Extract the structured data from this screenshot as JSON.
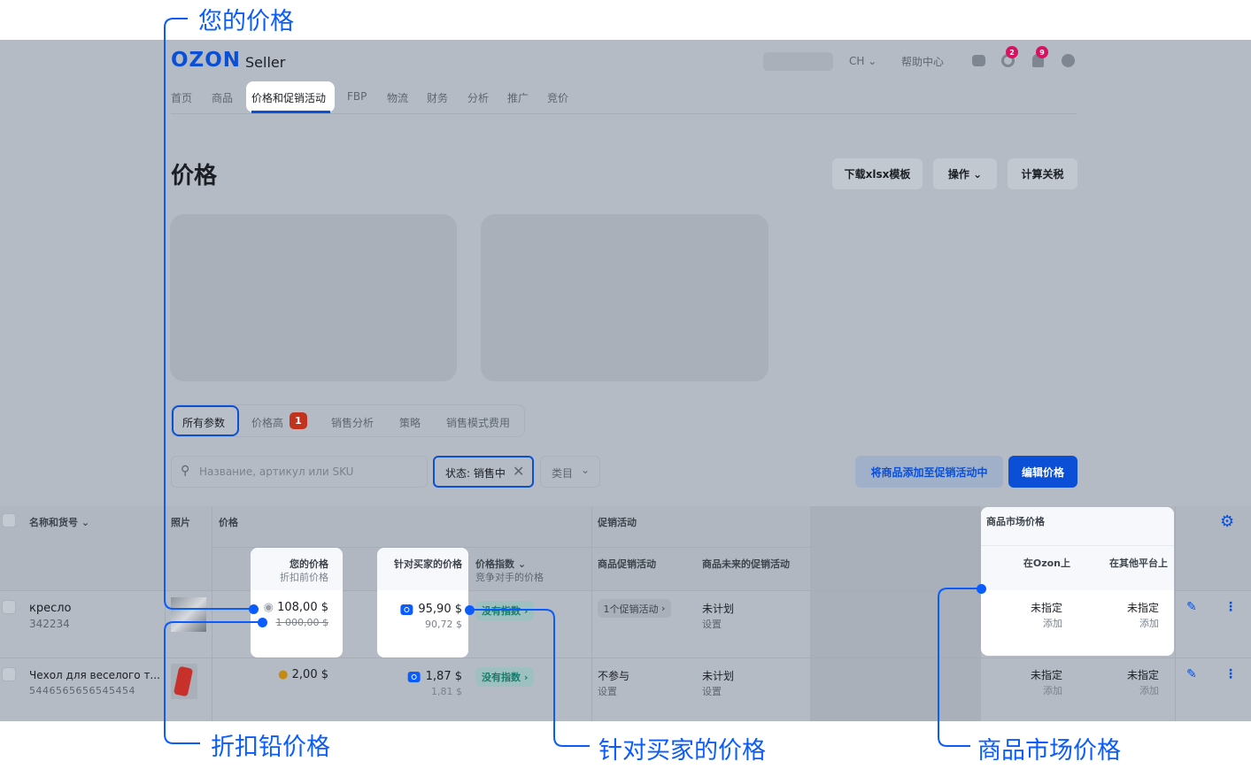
{
  "annotations": {
    "your_price": "您的价格",
    "discount_price": "折扣铅价格",
    "buyer_price": "针对买家的价格",
    "market_price": "商品市场价格"
  },
  "header": {
    "logo": "OZON",
    "logo_suffix": "Seller",
    "lang": "CH",
    "help": "帮助中心",
    "support_badge": "2",
    "notif_badge": "9"
  },
  "nav": [
    "首页",
    "商品",
    "价格和促销活动",
    "FBP",
    "物流",
    "财务",
    "分析",
    "推广",
    "竞价"
  ],
  "page": {
    "title": "价格",
    "buttons": {
      "download": "下载xlsx模板",
      "actions": "操作",
      "calc": "计算关税"
    }
  },
  "tabs": {
    "all": "所有参数",
    "high": "价格高",
    "high_count": "1",
    "sales": "销售分析",
    "strategy": "策略",
    "fees": "销售模式费用"
  },
  "filters": {
    "search_placeholder": "Название, артикул или SKU",
    "status": "状态: 销售中",
    "category": "类目",
    "add_promo": "将商品添加至促销活动中",
    "edit_price": "编辑价格"
  },
  "table": {
    "headers": {
      "name": "名称和货号",
      "photo": "照片",
      "price": "价格",
      "your_price": "您的价格",
      "before_discount": "折扣前价格",
      "buyer_price": "针对买家的价格",
      "price_index": "价格指数",
      "competitor": "竞争对手的价格",
      "promo": "促销活动",
      "product_promo": "商品促销活动",
      "future_promo": "商品未来的促销活动",
      "market": "商品市场价格",
      "on_ozon": "在Ozon上",
      "other": "在其他平台上"
    },
    "rows": [
      {
        "name": "кресло",
        "sku": "342234",
        "price": "108,00 $",
        "old_price": "1 000,00 $",
        "buyer_price": "95,90 $",
        "buyer_sub": "90,72 $",
        "index": "没有指数",
        "promo": "1个促销活动",
        "future": "未计划",
        "future_sub": "设置",
        "ozon": "未指定",
        "ozon_sub": "添加",
        "other": "未指定",
        "other_sub": "添加"
      },
      {
        "name": "Чехол для веселого т...",
        "sku": "5446565656545454",
        "price": "2,00 $",
        "buyer_price": "1,87 $",
        "buyer_sub": "1,81 $",
        "index": "没有指数",
        "promo": "不参与",
        "promo_sub": "设置",
        "future": "未计划",
        "future_sub": "设置",
        "ozon": "未指定",
        "ozon_sub": "添加",
        "other": "未指定",
        "other_sub": "添加"
      }
    ]
  }
}
